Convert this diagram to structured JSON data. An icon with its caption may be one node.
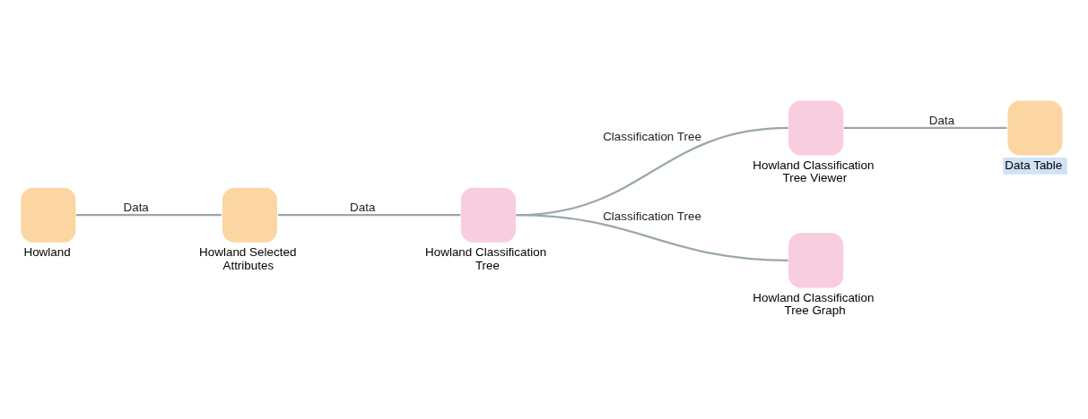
{
  "diagram": {
    "nodes": [
      {
        "text": [
          "Howland"
        ]
      },
      {
        "text": [
          "Howland Selected Attributes"
        ]
      },
      {
        "text": [
          "Howland Classification Tree"
        ]
      },
      {
        "text": [
          "Howland Classification Tree Viewer"
        ]
      },
      {
        "text": [
          "Data Table"
        ]
      },
      {
        "text": [
          "Howland Classification Tree Graph"
        ]
      }
    ],
    "edges": [
      {
        "from": 0,
        "to": 1,
        "arrow": "none",
        "label": "Data"
      },
      {
        "from": 1,
        "to": 2,
        "arrow": "none",
        "label": "Data"
      },
      {
        "from": 2,
        "to": 3,
        "arrow": "none",
        "label": "Classification Tree"
      },
      {
        "from": 3,
        "to": 4,
        "arrow": "none",
        "label": "Data"
      },
      {
        "from": 2,
        "to": 5,
        "arrow": "none",
        "label": "Classification Tree"
      }
    ]
  }
}
